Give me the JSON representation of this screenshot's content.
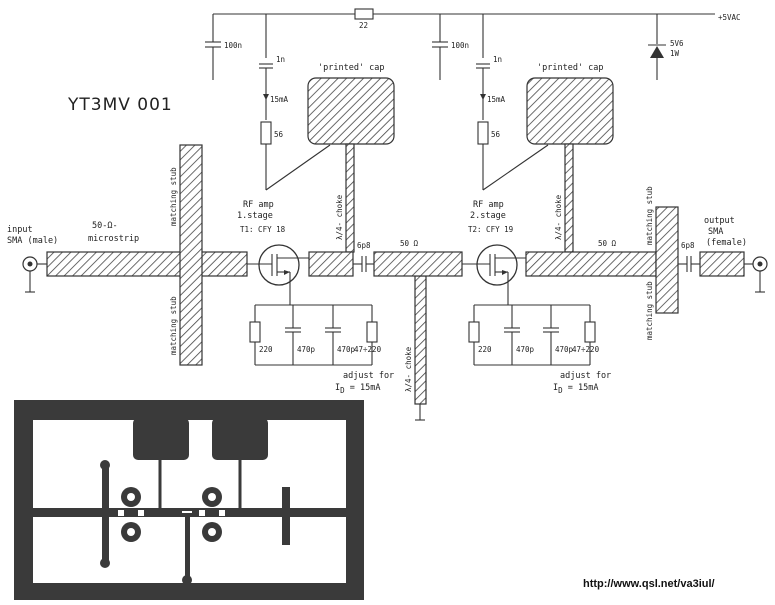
{
  "labels": {
    "title": "YT3MV 001",
    "input": "input",
    "input_conn": "SMA (male)",
    "microstrip": "50-Ω-",
    "microstrip2": "microstrip",
    "output": "output",
    "output_conn": "SMA",
    "output_conn2": "(female)",
    "printed_cap": "'printed' cap",
    "rf_amp": "RF amp",
    "stage1": "1.stage",
    "stage2": "2.stage",
    "t1": "T1: CFY 18",
    "t2": "T2: CFY 19",
    "matching_stub": "matching stub",
    "choke": "λ/4- choke",
    "ohm50": "50 Ω",
    "c6p8": "6p8",
    "c100n": "100n",
    "r22": "22",
    "c1n": "1n",
    "i15": "15mA",
    "r56": "56",
    "r220": "220",
    "c470p": "470p",
    "r47_220": "47÷220",
    "adjust": "adjust for",
    "id": "I",
    "id_sub": "D",
    "id_val": " = 15mA",
    "zener": "5V6",
    "zener2": "1W",
    "supply": "+5VAC",
    "url": "http://www.qsl.net/va3iul/"
  }
}
